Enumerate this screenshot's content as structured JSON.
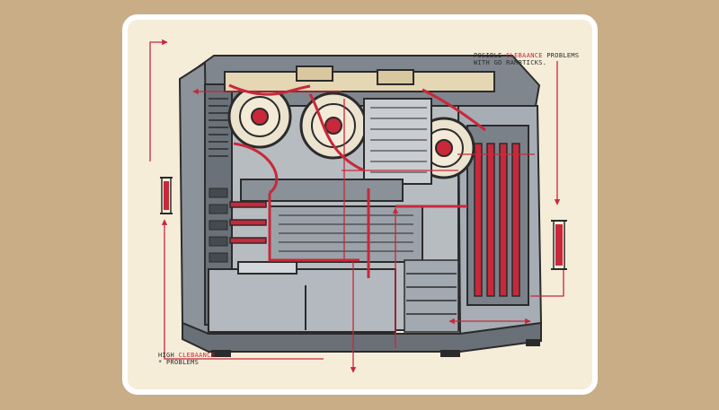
{
  "colors": {
    "background": "#c8ad87",
    "panel": "#f6edd9",
    "panel_border": "#ffffff",
    "accent_red": "#c8283a",
    "case_gray": "#9aa1a8",
    "case_dark": "#4a4f56",
    "outline": "#2b2b2b"
  },
  "annotations": {
    "top_right": {
      "line1_prefix": "POSIBLE ",
      "line1_highlight": "CLEBAANCE",
      "line1_suffix": " PROBLEMS",
      "line2": "WITH GD RAMBTICKS."
    },
    "bottom_left": {
      "line1_prefix": "HIGH ",
      "line1_highlight": "CLEBAANCE",
      "line2": "* PROBLEMS"
    }
  },
  "icons": {
    "ram_stick_left": "ram-stick-icon",
    "ram_stick_right": "ram-stick-icon",
    "fans": [
      "fan-icon",
      "fan-icon",
      "fan-icon"
    ]
  }
}
